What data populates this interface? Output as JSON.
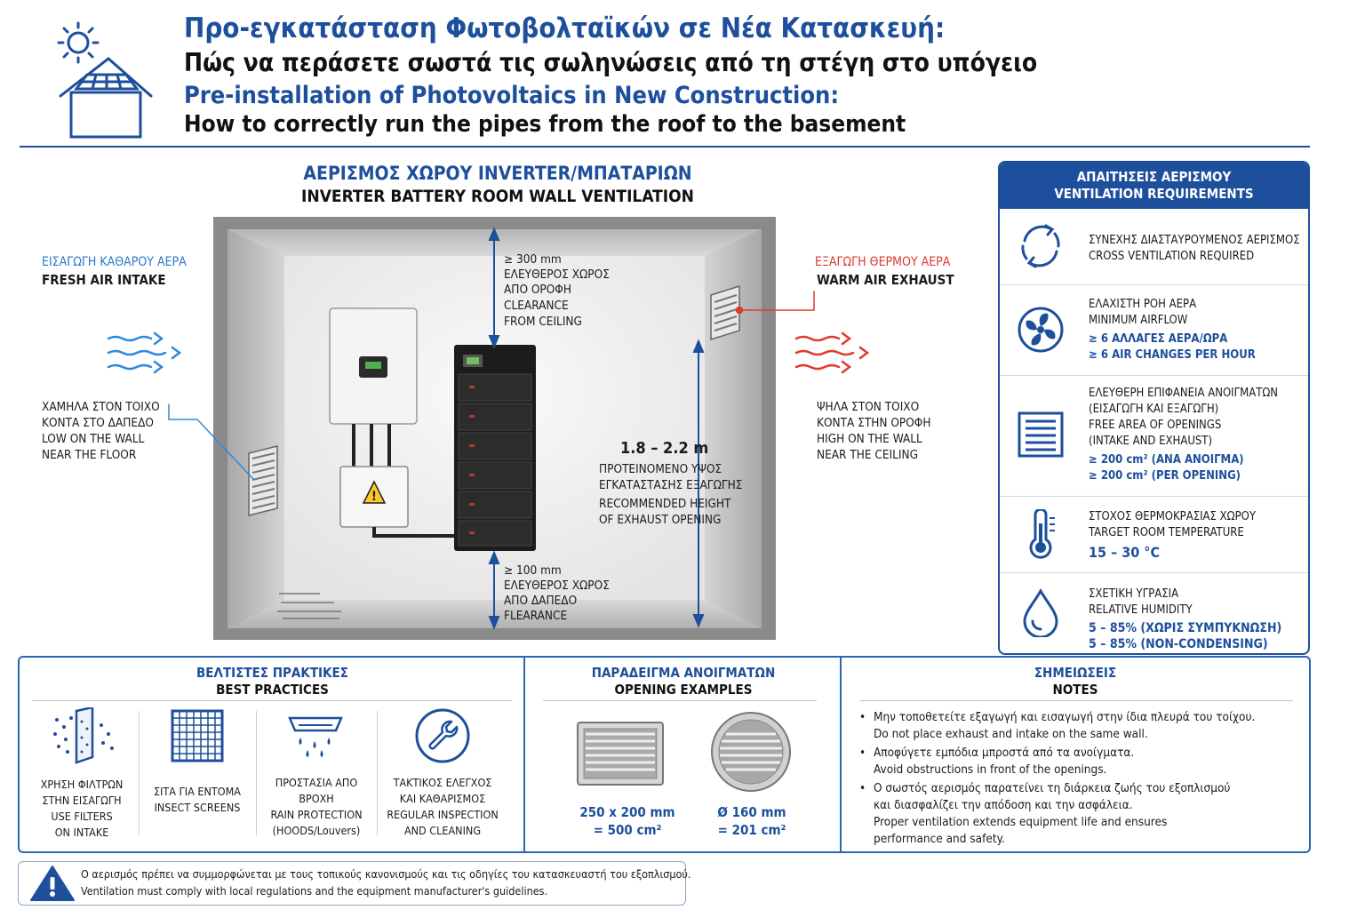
{
  "header": {
    "title_gr": "Προ-εγκατάσταση Φωτοβολταϊκών σε Νέα Κατασκευή:",
    "subtitle_gr": "Πώς να περάσετε σωστά τις σωληνώσεις από τη στέγη στο υπόγειο",
    "title_en": "Pre-installation of Photovoltaics in New Construction:",
    "subtitle_en": "How to correctly run the pipes from the roof to the basement",
    "logo_icon": "sun-house-solar-icon"
  },
  "diagram": {
    "title_gr": "ΑΕΡΙΣΜΟΣ ΧΩΡΟΥ INVERTER/ΜΠΑΤΑΡΙΩΝ",
    "title_en": "INVERTER BATTERY ROOM WALL VENTILATION",
    "intake": {
      "label_gr": "ΕΙΣΑΓΩΓΗ ΚΑΘΑΡΟΥ ΑΕΡΑ",
      "label_en": "FRESH AIR INTAKE",
      "pos_gr1": "ΧΑΜΗΛΑ ΣΤΟΝ ΤΟΙΧΟ",
      "pos_gr2": "ΚΟΝΤΑ ΣΤΟ ΔΑΠΕΔΟ",
      "pos_en1": "LOW ON THE WALL",
      "pos_en2": "NEAR THE FLOOR",
      "color": "#2a8bdc"
    },
    "exhaust": {
      "label_gr": "ΕΞΑΓΩΓΗ ΘΕΡΜΟΥ ΑΕΡΑ",
      "label_en": "WARM AIR EXHAUST",
      "pos_gr1": "ΨΗΛΑ ΣΤΟΝ ΤΟΙΧΟ",
      "pos_gr2": "ΚΟΝΤΑ ΣΤΗΝ ΟΡΟΦΗ",
      "pos_en1": "HIGH ON THE WALL",
      "pos_en2": "NEAR THE CEILING",
      "color": "#e03a2c"
    },
    "ceiling_clearance": {
      "value": "≥ 300 mm",
      "gr1": "ΕΛΕΥΘΕΡΟΣ ΧΩΡΟΣ",
      "gr2": "ΑΠΟ ΟΡΟΦΗ",
      "en1": "CLEARANCE",
      "en2": "FROM CEILING"
    },
    "floor_clearance": {
      "value": "≥ 100 mm",
      "gr1": "ΕΛΕΥΘΕΡΟΣ ΧΩΡΟΣ",
      "gr2": "ΑΠΟ ΔΑΠΕΔΟ",
      "en1": "FLEARANCE"
    },
    "exhaust_height": {
      "value": "1.8 – 2.2 m",
      "gr1": "ΠΡΟΤΕΙΝΟΜΕΝΟ ΥΨΟΣ",
      "gr2": "ΕΓΚΑΤΑΣΤΑΣΗΣ ΕΞΑΓΩΓΗΣ",
      "en1": "RECOMMENDED HEIGHT",
      "en2": "OF EXHAUST OPENING"
    }
  },
  "requirements": {
    "title_gr": "ΑΠΑΙΤΗΣΕΙΣ ΑΕΡΙΣΜΟΥ",
    "title_en": "VENTILATION REQUIREMENTS",
    "items": [
      {
        "icon": "cross-ventilation-cycle-icon",
        "l1": "ΣΥΝΕΧΗΣ ΔΙΑΣΤΑΥΡΟΥΜΕΝΟΣ ΑΕΡΙΣΜΟΣ",
        "l2": "CROSS VENTILATION REQUIRED"
      },
      {
        "icon": "fan-icon",
        "l1": "ΕΛΑΧΙΣΤΗ ΡΟΗ ΑΕΡΑ",
        "l2": "MINIMUM AIRFLOW",
        "v1": "≥ 6 ΑΛΛΑΓΕΣ ΑΕΡΑ/ΩΡΑ",
        "v2": "≥ 6 AIR CHANGES PER HOUR"
      },
      {
        "icon": "louver-vent-icon",
        "l1": "ΕΛΕΥΘΕΡΗ ΕΠΙΦΑΝΕΙΑ ΑΝΟΙΓΜΑΤΩΝ",
        "l2": "(ΕΙΣΑΓΩΓΗ ΚΑΙ ΕΞΑΓΩΓΗ)",
        "l3": "FREE AREA OF OPENINGS",
        "l4": "(INTAKE AND EXHAUST)",
        "v1": "≥ 200 cm² (ΑΝΑ ΑΝΟΙΓΜΑ)",
        "v2": "≥ 200 cm² (PER OPENING)"
      },
      {
        "icon": "thermometer-icon",
        "l1": "ΣΤΟΧΟΣ ΘΕΡΜΟΚΡΑΣΙΑΣ ΧΩΡΟΥ",
        "l2": "TARGET ROOM TEMPERATURE",
        "v1": "15 – 30 °C"
      },
      {
        "icon": "humidity-drop-icon",
        "l1": "ΣΧΕΤΙΚΗ ΥΓΡΑΣΙΑ",
        "l2": "RELATIVE HUMIDITY",
        "v1": "5 – 85% (ΧΩΡΙΣ ΣΥΜΠΥΚΝΩΣΗ)",
        "v2": "5 – 85% (NON-CONDENSING)"
      }
    ]
  },
  "best_practices": {
    "title_gr": "ΒΕΛΤΙΣΤΕΣ ΠΡΑΚΤΙΚΕΣ",
    "title_en": "BEST PRACTICES",
    "items": [
      {
        "icon": "filter-icon",
        "l1": "ΧΡΗΣΗ ΦΙΛΤΡΩΝ",
        "l2": "ΣΤΗΝ ΕΙΣΑΓΩΓΗ",
        "l3": "USE FILTERS",
        "l4": "ON INTAKE"
      },
      {
        "icon": "insect-screen-icon",
        "l1": "ΣΙΤΑ ΓΙΑ ΕΝΤΟΜΑ",
        "l2": "INSECT SCREENS"
      },
      {
        "icon": "rain-hood-icon",
        "l1": "ΠΡΟΣΤΑΣΙΑ ΑΠΟ ΒΡΟΧΗ",
        "l2": "RAIN PROTECTION",
        "l3": "(HOODS/Louvers)"
      },
      {
        "icon": "wrench-icon",
        "l1": "ΤΑΚΤΙΚΟΣ ΕΛΕΓΧΟΣ",
        "l2": "ΚΑΙ ΚΑΘΑΡΙΣΜΟΣ",
        "l3": "REGULAR INSPECTION",
        "l4": "AND CLEANING"
      }
    ]
  },
  "examples": {
    "title_gr": "ΠΑΡΑΔΕΙΓΜΑ ΑΝΟΙΓΜΑΤΩΝ",
    "title_en": "OPENING EXAMPLES",
    "rect": {
      "size": "250 x 200 mm",
      "area": "= 500 cm²"
    },
    "round": {
      "size": "Ø 160 mm",
      "area": "= 201 cm²"
    }
  },
  "notes": {
    "title_gr": "ΣΗΜΕΙΩΣΕΙΣ",
    "title_en": "NOTES",
    "items": [
      {
        "gr": "Μην τοποθετείτε εξαγωγή και εισαγωγή στην ίδια πλευρά του τοίχου.",
        "en": "Do not place exhaust and intake on the same wall."
      },
      {
        "gr": "Αποφύγετε εμπόδια μπροστά από τα ανοίγματα.",
        "en": "Avoid obstructions in front of the openings."
      },
      {
        "gr": "Ο σωστός αερισμός παρατείνει τη διάρκεια ζωής του εξοπλισμού",
        "gr2": "και διασφαλίζει την απόδοση και την ασφάλεια.",
        "en": "Proper ventilation extends equipment life and ensures",
        "en2": "performance and safety."
      }
    ]
  },
  "warning": {
    "icon": "warning-triangle-icon",
    "gr": "Ο αερισμός πρέπει να συμμορφώνεται με τους τοπικούς κανονισμούς και τις οδηγίες του κατασκευαστή του εξοπλισμού.",
    "en": "Ventilation must comply with local regulations and the equipment manufacturer's guidelines."
  },
  "colors": {
    "primary": "#1d4f9c",
    "intake": "#2a8bdc",
    "exhaust": "#e03a2c"
  }
}
